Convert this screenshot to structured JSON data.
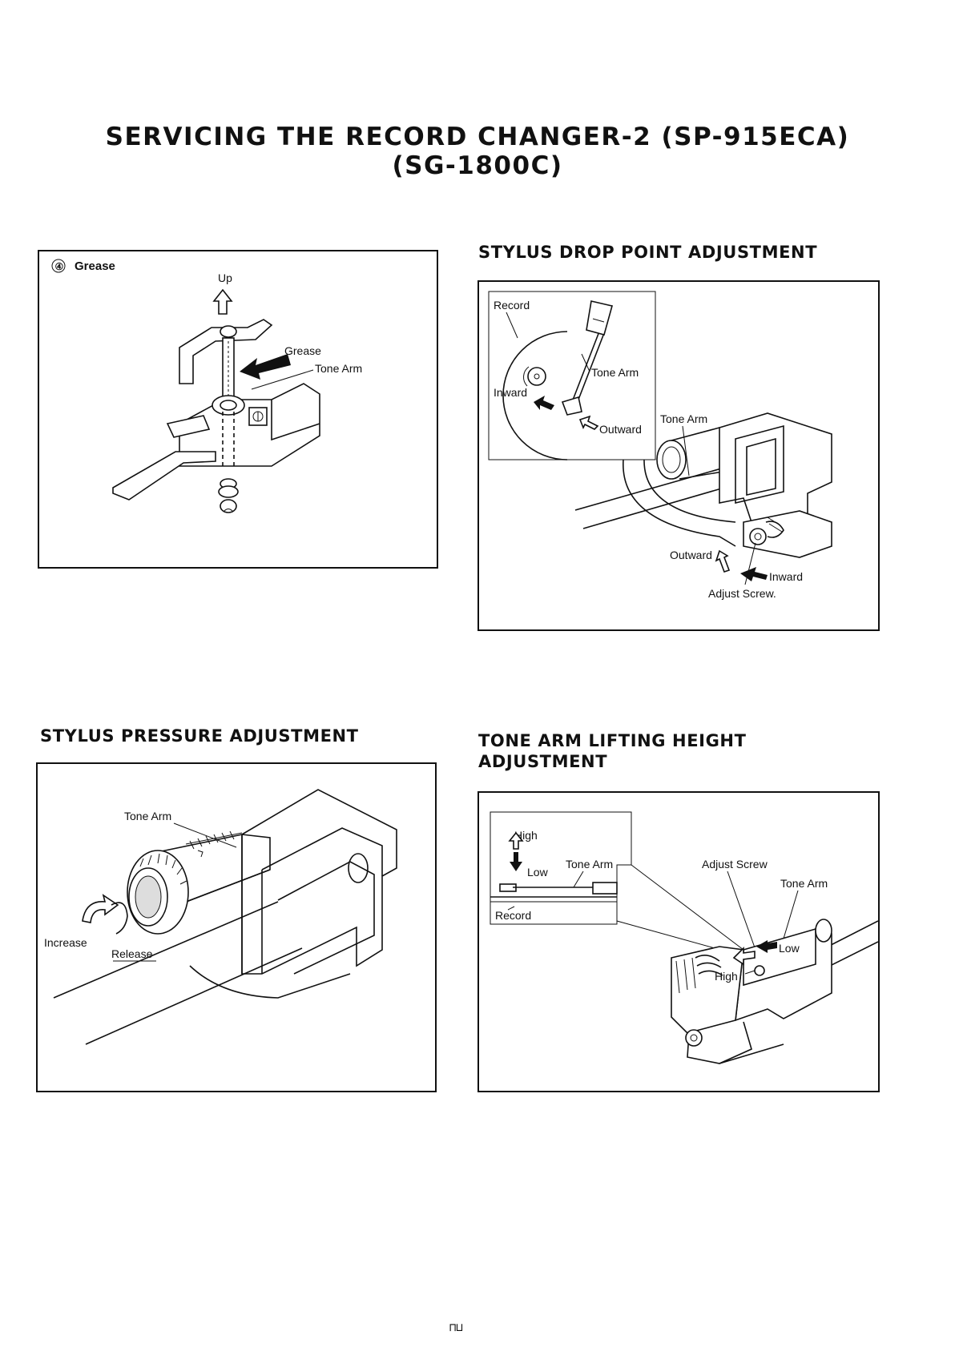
{
  "title": {
    "line1": "SERVICING THE RECORD CHANGER-2 (SP-915ECA)",
    "line2": "(SG-1800C)"
  },
  "panel_grease": {
    "label_number": "④",
    "label": "Grease",
    "up": "Up",
    "grease": "Grease",
    "tone_arm": "Tone Arm"
  },
  "panel_drop": {
    "heading": "STYLUS DROP POINT ADJUSTMENT",
    "record": "Record",
    "tone_arm_inset": "Tone Arm",
    "inward_inset": "Inward",
    "outward_inset": "Outward",
    "tone_arm": "Tone Arm",
    "outward": "Outward",
    "inward": "Inward",
    "adjust_screw": "Adjust Screw."
  },
  "panel_pressure": {
    "heading": "STYLUS PRESSURE ADJUSTMENT",
    "tone_arm": "Tone Arm",
    "increase": "Increase",
    "release": "Release"
  },
  "panel_lift": {
    "heading_line1": "TONE ARM LIFTING HEIGHT",
    "heading_line2": "ADJUSTMENT",
    "high_inset": "High",
    "low_inset": "Low",
    "tone_arm_inset": "Tone Arm",
    "record": "Record",
    "adjust_screw": "Adjust Screw",
    "tone_arm": "Tone Arm",
    "low": "Low",
    "high": "High"
  },
  "footer": {
    "page_mark": "⊓⊔"
  }
}
